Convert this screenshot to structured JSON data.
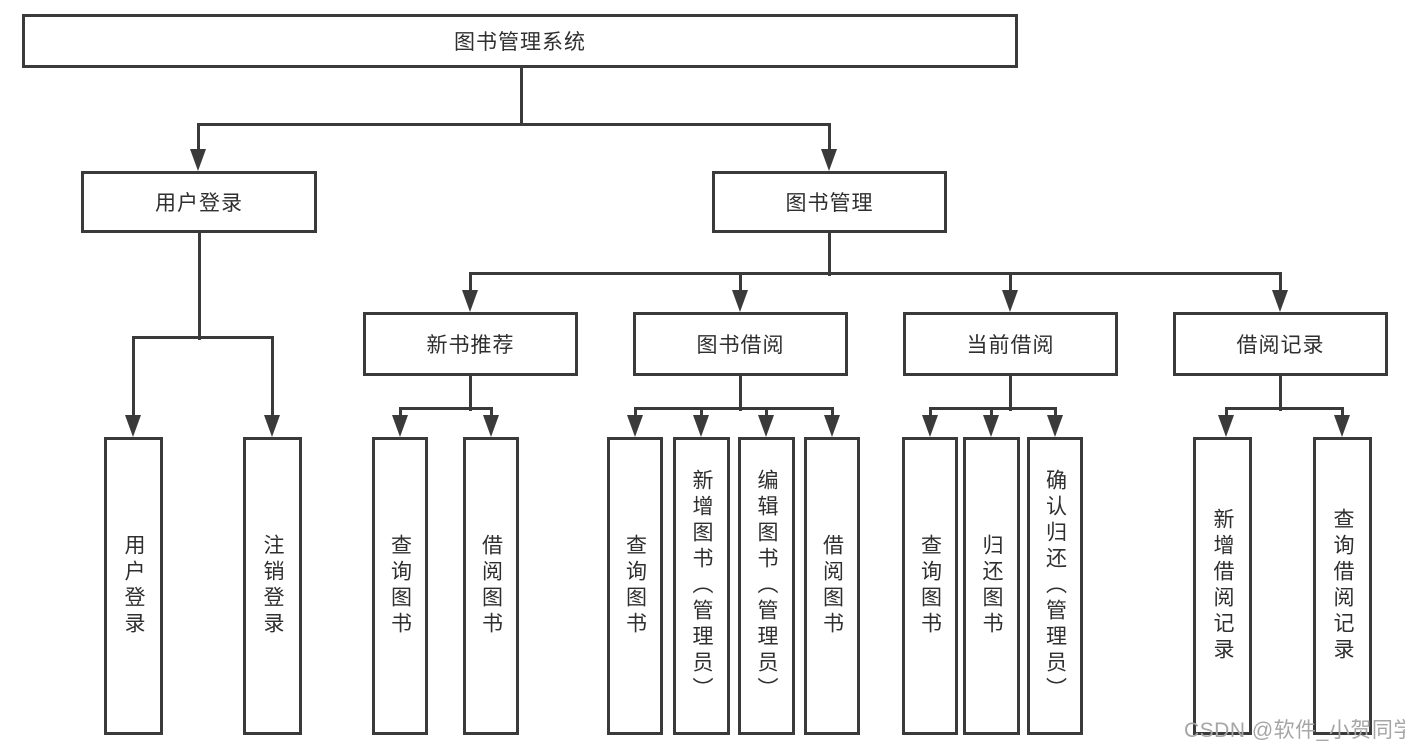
{
  "diagram": {
    "kind": "function-structure-tree",
    "root_label": "图书管理系统"
  },
  "tree": {
    "root": {
      "label": "图书管理系统",
      "children": [
        {
          "label": "用户登录",
          "children": [
            {
              "label": "用户登录"
            },
            {
              "label": "注销登录"
            }
          ]
        },
        {
          "label": "图书管理",
          "children": [
            {
              "label": "新书推荐",
              "children": [
                {
                  "label": "查询图书"
                },
                {
                  "label": "借阅图书"
                }
              ]
            },
            {
              "label": "图书借阅",
              "children": [
                {
                  "label": "查询图书"
                },
                {
                  "label": "新增图书（管理员）"
                },
                {
                  "label": "编辑图书（管理员）"
                },
                {
                  "label": "借阅图书"
                }
              ]
            },
            {
              "label": "当前借阅",
              "children": [
                {
                  "label": "查询图书"
                },
                {
                  "label": "归还图书"
                },
                {
                  "label": "确认归还（管理员）"
                }
              ]
            },
            {
              "label": "借阅记录",
              "children": [
                {
                  "label": "新增借阅记录"
                },
                {
                  "label": "查询借阅记录"
                }
              ]
            }
          ]
        }
      ]
    }
  },
  "watermark": {
    "text": "CSDN @软件_小贺同学"
  },
  "colors": {
    "line": "#3a3a3a",
    "text": "#2f2f2f",
    "watermark": "#a6a6a6",
    "background": "#ffffff"
  }
}
